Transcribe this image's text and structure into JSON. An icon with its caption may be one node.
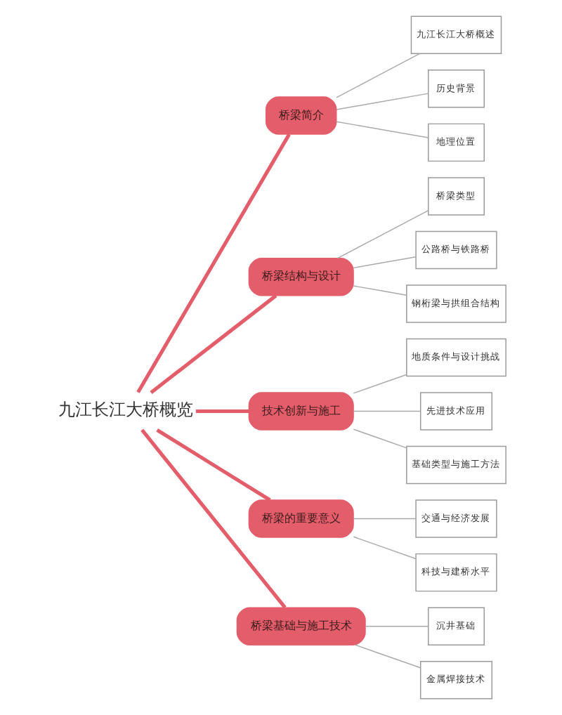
{
  "diagram": {
    "nodes": [
      {
        "text": [
          "九江长江大桥概览"
        ]
      },
      {
        "text": [
          "桥梁简介"
        ]
      },
      {
        "text": [
          "九江长江大桥概述"
        ]
      },
      {
        "text": [
          "历史背景"
        ]
      },
      {
        "text": [
          "地理位置"
        ]
      },
      {
        "text": [
          "桥梁结构与设计"
        ]
      },
      {
        "text": [
          "桥梁类型"
        ]
      },
      {
        "text": [
          "公路桥与铁路桥"
        ]
      },
      {
        "text": [
          "钢桁梁与拱组合结构"
        ]
      },
      {
        "text": [
          "技术创新与施工"
        ]
      },
      {
        "text": [
          "地质条件与设计挑战"
        ]
      },
      {
        "text": [
          "先进技术应用"
        ]
      },
      {
        "text": [
          "基础类型与施工方法"
        ]
      },
      {
        "text": [
          "桥梁的重要意义"
        ]
      },
      {
        "text": [
          "交通与经济发展"
        ]
      },
      {
        "text": [
          "科技与建桥水平"
        ]
      },
      {
        "text": [
          "桥梁基础与施工技术"
        ]
      },
      {
        "text": [
          "沉井基础"
        ]
      },
      {
        "text": [
          "金属焊接技术"
        ]
      }
    ],
    "edges": [
      {
        "from": 0,
        "to": 1,
        "arrow": "none",
        "style": "thick",
        "color": "#e35d6a"
      },
      {
        "from": 1,
        "to": 2,
        "arrow": "none"
      },
      {
        "from": 1,
        "to": 3,
        "arrow": "none"
      },
      {
        "from": 1,
        "to": 4,
        "arrow": "none"
      },
      {
        "from": 0,
        "to": 5,
        "arrow": "none",
        "style": "thick",
        "color": "#e35d6a"
      },
      {
        "from": 5,
        "to": 6,
        "arrow": "none"
      },
      {
        "from": 5,
        "to": 7,
        "arrow": "none"
      },
      {
        "from": 5,
        "to": 8,
        "arrow": "none"
      },
      {
        "from": 0,
        "to": 9,
        "arrow": "none",
        "style": "thick",
        "color": "#e35d6a"
      },
      {
        "from": 9,
        "to": 10,
        "arrow": "none"
      },
      {
        "from": 9,
        "to": 11,
        "arrow": "none"
      },
      {
        "from": 9,
        "to": 12,
        "arrow": "none"
      },
      {
        "from": 0,
        "to": 13,
        "arrow": "none",
        "style": "thick",
        "color": "#e35d6a"
      },
      {
        "from": 13,
        "to": 14,
        "arrow": "none"
      },
      {
        "from": 13,
        "to": 15,
        "arrow": "none"
      },
      {
        "from": 0,
        "to": 16,
        "arrow": "none",
        "style": "thick",
        "color": "#e35d6a"
      },
      {
        "from": 16,
        "to": 17,
        "arrow": "none"
      },
      {
        "from": 16,
        "to": 18,
        "arrow": "none"
      }
    ]
  }
}
